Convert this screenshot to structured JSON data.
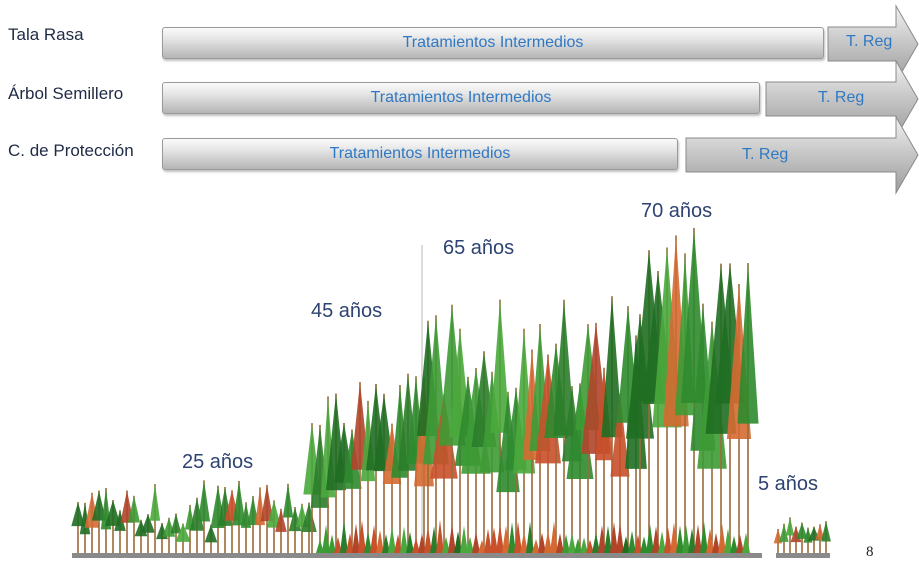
{
  "rows": [
    {
      "label": "Tala Rasa",
      "bar_label": "Tratamientos Intermedios",
      "arrow_label": "T. Reg"
    },
    {
      "label": "Árbol Semillero",
      "bar_label": "Tratamientos Intermedios",
      "arrow_label": "T. Reg"
    },
    {
      "label": "C. de Protección",
      "bar_label": "Tratamientos Intermedios",
      "arrow_label": "T. Reg"
    }
  ],
  "ages": {
    "a25": "25 años",
    "a45": "45 años",
    "a65": "65 años",
    "a70": "70 años",
    "a5": "5 años"
  },
  "page_number": "8",
  "colors": {
    "bar_text": "#2f78c4",
    "age_text": "#2e4372",
    "tree_green": "#2e8b2e",
    "tree_red": "#c8502a",
    "ground": "#8a8a8a"
  }
}
